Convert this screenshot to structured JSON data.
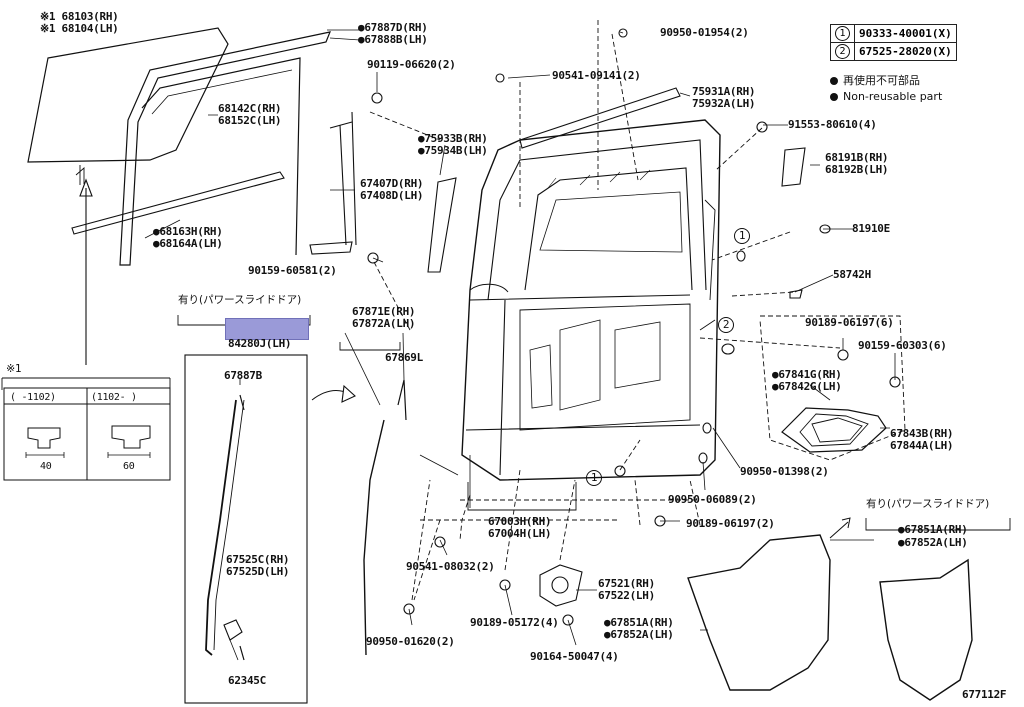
{
  "figure_code": "677112F",
  "legend": {
    "rows": [
      {
        "mark": "1",
        "part": "90333-40001(X)"
      },
      {
        "mark": "2",
        "part": "67525-28020(X)"
      }
    ],
    "nonreusable_jp": "再使用不可部品",
    "nonreusable_en": "Non-reusable part"
  },
  "labels": {
    "p68103": "※1 68103(RH)",
    "p68104": "※1 68104(LH)",
    "p67887d": "●67887D(RH)",
    "p67888b": "●67888B(LH)",
    "p90950_01954": "90950-01954(2)",
    "p90119": "90119-06620(2)",
    "p90541_09141": "90541-09141(2)",
    "p68142c": "68142C(RH)",
    "p68152c": "68152C(LH)",
    "p75931a": "75931A(RH)",
    "p75932a": "75932A(LH)",
    "p91553": "91553-80610(4)",
    "p75933b": "●75933B(RH)",
    "p75934b": "●75934B(LH)",
    "p68191b": "68191B(RH)",
    "p68192b": "68192B(LH)",
    "p67407d": "67407D(RH)",
    "p67408d": "67408D(LH)",
    "p68163h": "●68163H(RH)",
    "p68164a": "●68164A(LH)",
    "p81910e": "81910E",
    "p90159_60581": "90159-60581(2)",
    "p58742h": "58742H",
    "p_power_slide_1": "有り(パワースライドドア)",
    "p84280j": "84280J(LH)",
    "p67871e": "67871E(RH)",
    "p67872a": "67872A(LH)",
    "p67869l": "67869L",
    "p90189_06197a": "90189-06197(6)",
    "p90159_60303": "90159-60303(6)",
    "p67887b": "67887B",
    "p67841g": "●67841G(RH)",
    "p67842g": "●67842G(LH)",
    "p67843b": "67843B(RH)",
    "p67844a": "67844A(LH)",
    "p90950_01398": "90950-01398(2)",
    "p90950_06089": "90950-06089(2)",
    "p67003h": "67003H(RH)",
    "p67004h": "67004H(LH)",
    "p90189_06197b": "90189-06197(2)",
    "p_power_slide_2": "有り(パワースライドドア)",
    "p67851a_r": "●67851A(RH)",
    "p67852a_r": "●67852A(LH)",
    "p67525c": "67525C(RH)",
    "p67525d": "67525D(LH)",
    "p90541_08032": "90541-08032(2)",
    "p67521": "67521(RH)",
    "p67522": "67522(LH)",
    "p90189_05172": "90189-05172(4)",
    "p67851a_l": "●67851A(RH)",
    "p67852a_l": "●67852A(LH)",
    "p90950_01620": "90950-01620(2)",
    "p90164": "90164-50047(4)",
    "p62345c": "62345C",
    "inset_title": "※1",
    "inset_col1": "(    -1102)",
    "inset_col2": "(1102-    )",
    "inset_dim1": "40",
    "inset_dim2": "60",
    "callout1": "1",
    "callout1b": "1",
    "callout2": "2"
  }
}
